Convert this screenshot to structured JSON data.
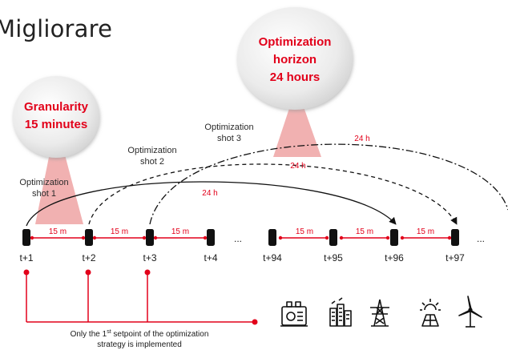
{
  "title": "Migliorare",
  "bubbles": {
    "granularity": {
      "line1": "Granularity",
      "line2": "15 minutes"
    },
    "horizon": {
      "line1": "Optimization",
      "line2": "horizon",
      "line3": "24 hours"
    }
  },
  "shots": {
    "shot1": {
      "line1": "Optimization",
      "line2": "shot 1"
    },
    "shot2": {
      "line1": "Optimization",
      "line2": "shot 2"
    },
    "shot3": {
      "line1": "Optimization",
      "line2": "shot 3"
    }
  },
  "horizon_label": "24 h",
  "interval_label": "15 m",
  "timesteps": [
    "t+1",
    "t+2",
    "t+3",
    "t+4",
    "t+94",
    "t+95",
    "t+96",
    "t+97"
  ],
  "ellipsis": "...",
  "note": {
    "line1_pre": "Only the 1",
    "line1_sup": "st",
    "line1_post": " setpoint of the optimization",
    "line2": "strategy is implemented"
  },
  "icons": [
    "power-plant-icon",
    "factory-icon",
    "transmission-tower-icon",
    "solar-panel-icon",
    "wind-turbine-icon"
  ],
  "colors": {
    "accent_red": "#e2001a",
    "bubble_cone": "#f0a8a8",
    "bubble_fill": "#e6e6e6",
    "marker": "#111111"
  }
}
